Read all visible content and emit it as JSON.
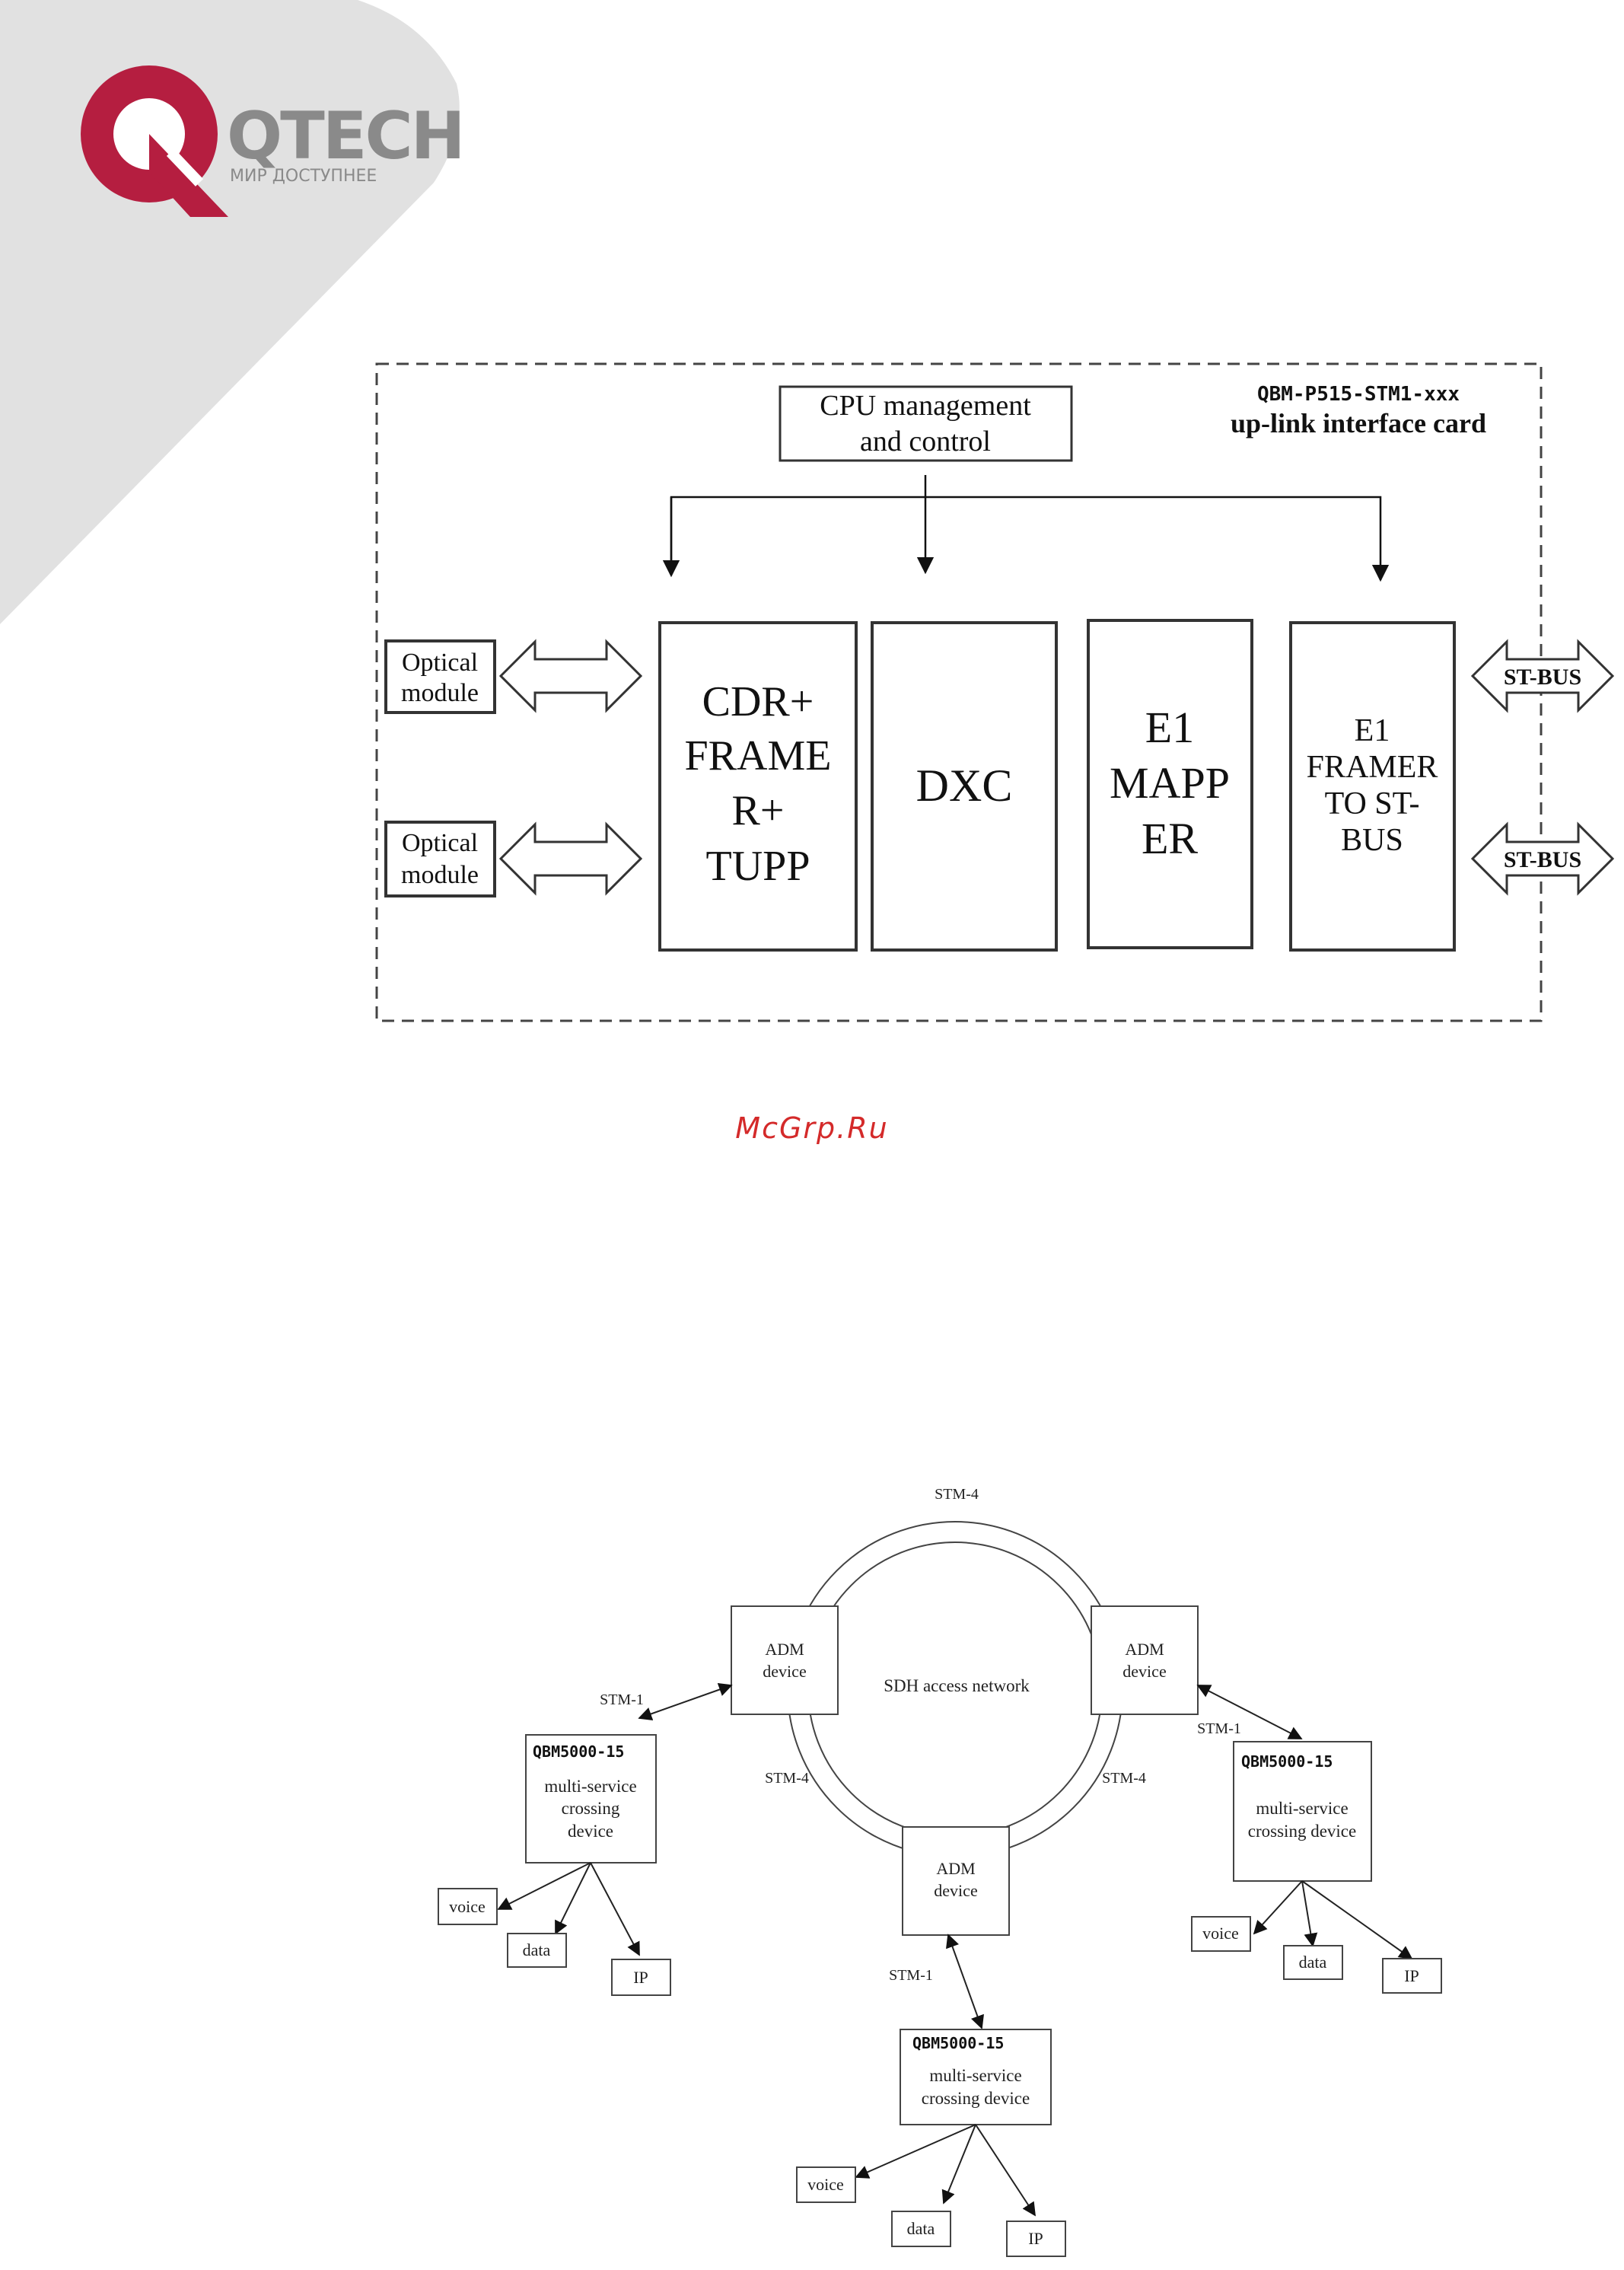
{
  "brand": {
    "name": "QTECH",
    "tagline": "МИР ДОСТУПНЕЕ",
    "accent_color": "#b51e40",
    "text_color": "#8a8a8a",
    "corner_color": "#e1e1e1"
  },
  "watermark": {
    "text": "McGrp.Ru",
    "color": "#d42a2a"
  },
  "card_diagram": {
    "card_model": "QBM-P515-STM1-xxx",
    "card_title": "up-link interface card",
    "cpu": {
      "line1": "CPU management",
      "line2": "and control"
    },
    "optical_modules": [
      {
        "line1": "Optical",
        "line2": "module"
      },
      {
        "line1": "Optical",
        "line2": "module"
      }
    ],
    "blocks": [
      {
        "lines": [
          "CDR+",
          "FRAME",
          "R+",
          "TUPP"
        ]
      },
      {
        "lines": [
          "DXC"
        ]
      },
      {
        "lines": [
          "E1",
          "MAPP",
          "ER"
        ]
      },
      {
        "lines": [
          "E1",
          "FRAMER",
          "TO ST-",
          "BUS"
        ]
      }
    ],
    "bus_ports": [
      {
        "label": "ST-BUS"
      },
      {
        "label": "ST-BUS"
      }
    ]
  },
  "network_diagram": {
    "ring_label": "SDH access network",
    "ring_links": {
      "top": "STM-4",
      "left": "STM-4",
      "right": "STM-4"
    },
    "adm_nodes": [
      {
        "line1": "ADM",
        "line2": "device"
      },
      {
        "line1": "ADM",
        "line2": "device"
      },
      {
        "line1": "ADM",
        "line2": "device"
      }
    ],
    "uplinks": {
      "left": "STM-1",
      "right": "STM-1",
      "bottom": "STM-1"
    },
    "qbm_devices": [
      {
        "model": "QBM5000-15",
        "lines": [
          "multi-service",
          "crossing",
          "device"
        ],
        "leaves": [
          "voice",
          "data",
          "IP"
        ]
      },
      {
        "model": "QBM5000-15",
        "lines": [
          "multi-service",
          "crossing device"
        ],
        "leaves": [
          "voice",
          "data",
          "IP"
        ]
      },
      {
        "model": "QBM5000-15",
        "lines": [
          "multi-service",
          "crossing device"
        ],
        "leaves": [
          "voice",
          "data",
          "IP"
        ]
      }
    ]
  }
}
